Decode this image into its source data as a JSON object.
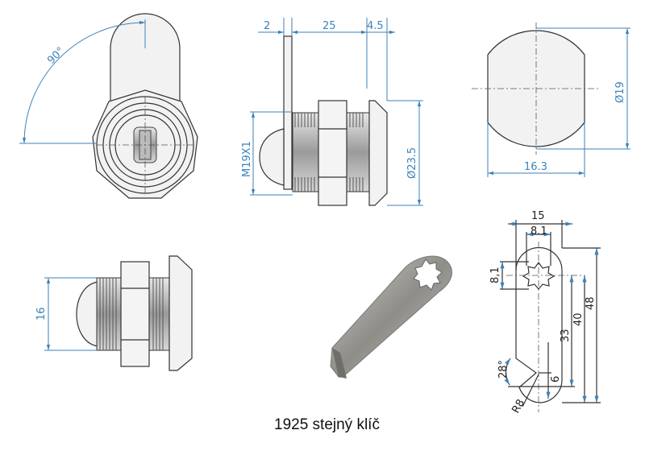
{
  "front_view": {
    "angle_label": "90°"
  },
  "side_view": {
    "plate_thickness": "2",
    "body_length": "25",
    "bezel_length": "4.5",
    "thread": "M19X1",
    "bezel_diameter": "Ø23.5"
  },
  "end_view": {
    "diameter": "Ø19",
    "flat_width": "16.3"
  },
  "bottom_side_view": {
    "height": "16"
  },
  "cam_drawing": {
    "width": "15",
    "hole_width": "8.1",
    "hole_height": "8,1",
    "dim_33": "33",
    "dim_40": "40",
    "dim_48": "48",
    "angle": "28°",
    "dim_6": "6",
    "radius": "R8"
  },
  "caption": "1925 stejný klíč",
  "colors": {
    "dimension": "#3d82b8"
  }
}
